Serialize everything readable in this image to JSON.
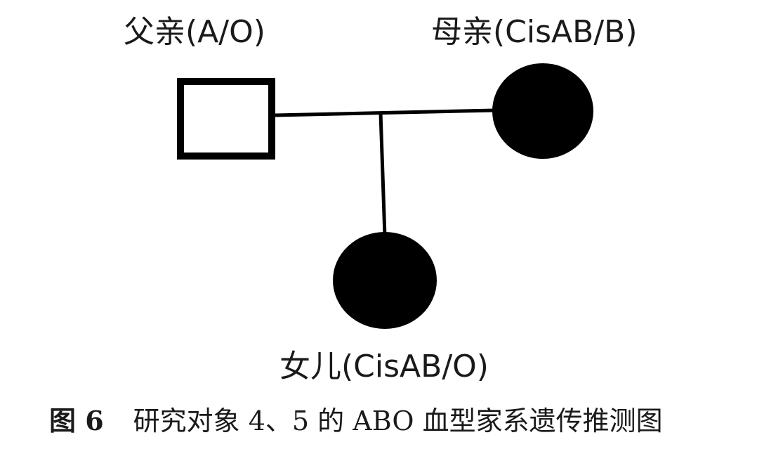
{
  "members": {
    "father": {
      "label": "父亲(A/O)",
      "symbol": "square",
      "affected": false
    },
    "mother": {
      "label": "母亲(CisAB/B)",
      "symbol": "circle",
      "affected": true
    },
    "daughter": {
      "label": "女儿(CisAB/O)",
      "symbol": "circle",
      "affected": true
    }
  },
  "caption": {
    "figure_number": "图 6",
    "text": "研究对象 4、5 的 ABO 血型家系遗传推测图"
  },
  "colors": {
    "affected_fill": "#000000",
    "unaffected_fill": "#ffffff",
    "stroke": "#000000"
  }
}
